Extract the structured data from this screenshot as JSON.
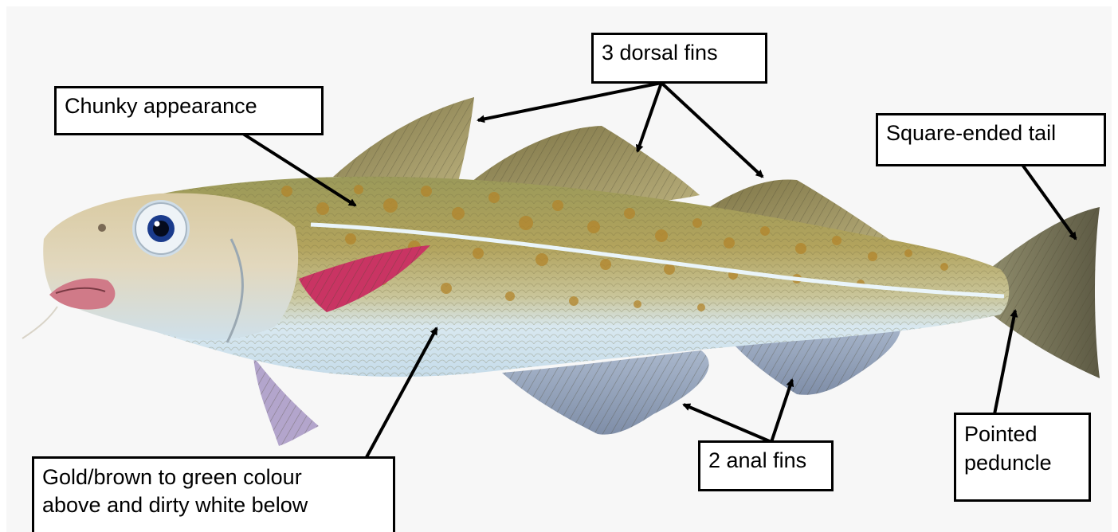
{
  "diagram": {
    "labels": {
      "dorsal": "3 dorsal fins",
      "chunky": "Chunky appearance",
      "tail": "Square-ended tail",
      "anal": "2 anal fins",
      "peduncle_line1": "Pointed",
      "peduncle_line2": "peduncle",
      "colour_line1": "Gold/brown to green colour",
      "colour_line2": "above and dirty white below"
    },
    "colors": {
      "background": "#f7f7f7",
      "body_back": "#a89a55",
      "body_belly": "#cfe3ef",
      "spots": "#b98a2e",
      "fins": "#8a8455",
      "pectoral": "#c8345f",
      "lateral_line": "#e9f4f8",
      "arrow": "#000000",
      "label_border": "#000000"
    }
  }
}
